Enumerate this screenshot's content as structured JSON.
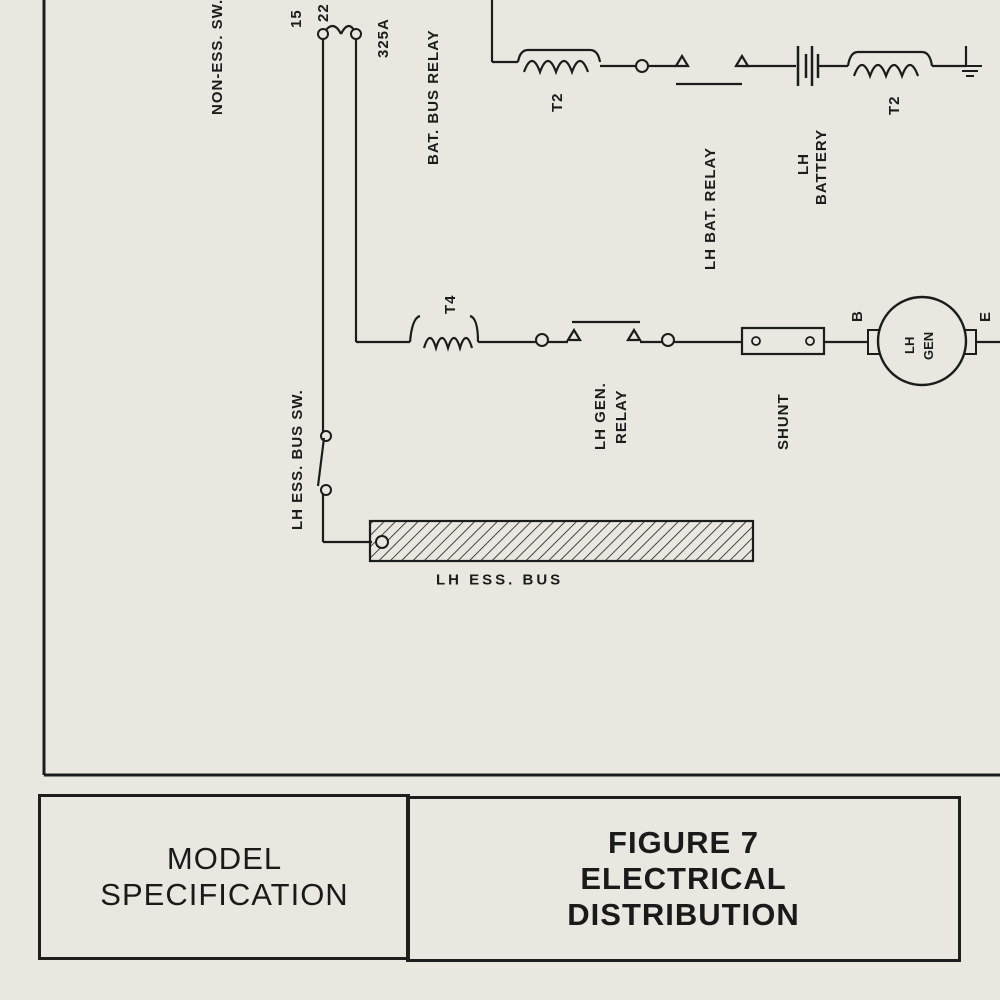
{
  "labels": {
    "non_ess_sw": "NON-ESS. SW.",
    "fuse_15": "15",
    "fuse_22": "22",
    "fuse_325a": "325A",
    "bat_bus_relay": "BAT. BUS RELAY",
    "t2_left": "T2",
    "lh_bat_relay": "LH BAT. RELAY",
    "lh_battery_line1": "LH",
    "lh_battery_line2": "BATTERY",
    "t2_right": "T2",
    "t4": "T4",
    "lh_gen_relay_line1": "LH GEN.",
    "lh_gen_relay_line2": "RELAY",
    "shunt": "SHUNT",
    "terminal_b": "B",
    "lh_gen_line1": "LH",
    "lh_gen_line2": "GEN",
    "terminal_e": "E",
    "lh_ess_bus_sw": "LH ESS. BUS SW.",
    "lh_ess_bus": "LH ESS. BUS"
  },
  "title_block": {
    "model_line1": "MODEL",
    "model_line2": "SPECIFICATION",
    "figure_line1": "FIGURE 7",
    "figure_line2": "ELECTRICAL",
    "figure_line3": "DISTRIBUTION"
  },
  "colors": {
    "paper": "#eae7e1",
    "ink": "#1c1c1c"
  }
}
